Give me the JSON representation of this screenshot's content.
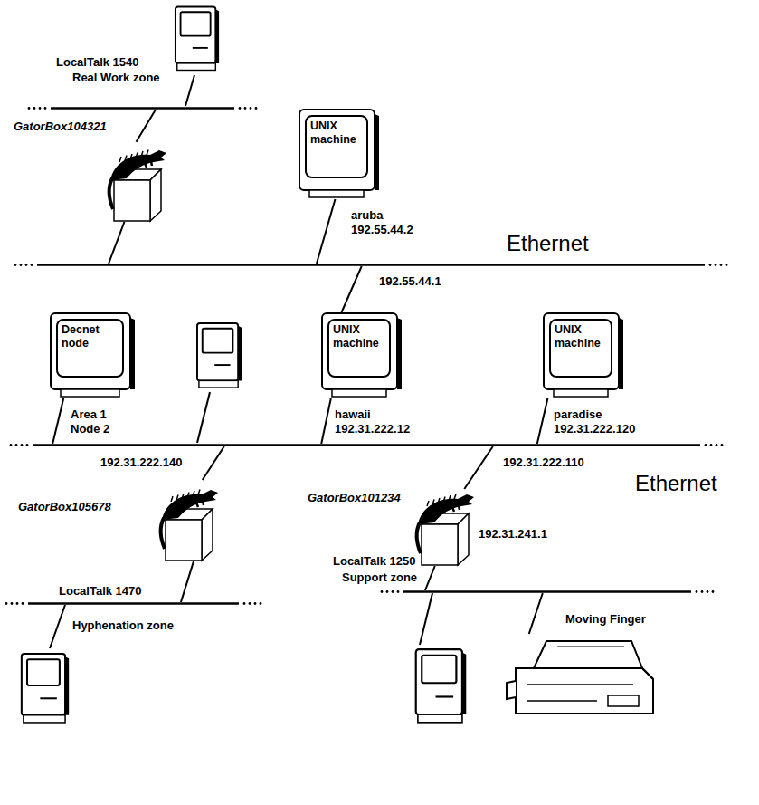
{
  "diagram": {
    "nodes": [
      {
        "text": [
          "LocalTalk 1540",
          "Real Work zone"
        ]
      },
      {
        "text": [
          "GatorBox104321"
        ]
      },
      {
        "text": [
          "UNIX machine",
          "aruba 192.55.44.2"
        ]
      },
      {
        "text": [
          "Ethernet"
        ]
      },
      {
        "text": [
          "Decnet node",
          "Area 1 Node 2"
        ]
      },
      {
        "text": [
          "UNIX machine",
          "hawaii 192.31.222.12"
        ]
      },
      {
        "text": [
          "UNIX machine",
          "paradise 192.31.222.120"
        ]
      },
      {
        "text": [
          "Ethernet"
        ]
      },
      {
        "text": [
          "GatorBox105678"
        ]
      },
      {
        "text": [
          "GatorBox101234"
        ]
      },
      {
        "text": [
          "LocalTalk 1470",
          "Hyphenation zone"
        ]
      },
      {
        "text": [
          "LocalTalk 1250",
          "Support zone"
        ]
      },
      {
        "text": [
          "Moving Finger"
        ]
      }
    ],
    "edges": [
      {
        "from": 1,
        "to": 0,
        "arrow": "none"
      },
      {
        "from": 1,
        "to": 3,
        "arrow": "none"
      },
      {
        "from": 2,
        "to": 3,
        "arrow": "none"
      },
      {
        "from": 5,
        "to": 3,
        "label": "192.55.44.1",
        "arrow": "none"
      },
      {
        "from": 4,
        "to": 7,
        "arrow": "none"
      },
      {
        "from": 5,
        "to": 7,
        "arrow": "none"
      },
      {
        "from": 6,
        "to": 7,
        "arrow": "none"
      },
      {
        "from": 8,
        "to": 7,
        "label": "192.31.222.140",
        "arrow": "none"
      },
      {
        "from": 9,
        "to": 7,
        "label": "192.31.222.110",
        "arrow": "none"
      },
      {
        "from": 8,
        "to": 10,
        "arrow": "none"
      },
      {
        "from": 9,
        "to": 11,
        "label": "192.31.241.1",
        "arrow": "none"
      },
      {
        "from": 12,
        "to": 11,
        "arrow": "none"
      }
    ]
  }
}
